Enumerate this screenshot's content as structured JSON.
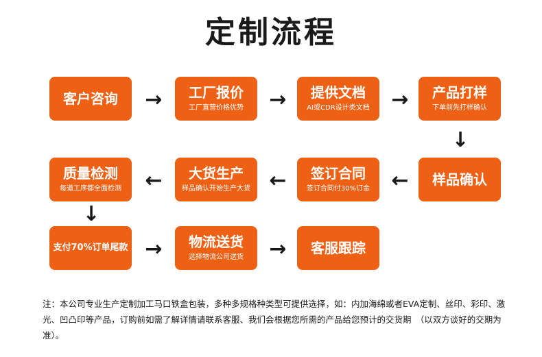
{
  "title": "定制流程",
  "steps": {
    "s1": {
      "main": "客户咨询",
      "sub": ""
    },
    "s2": {
      "main": "工厂报价",
      "sub": "工厂直营价格优势"
    },
    "s3": {
      "main": "提供文档",
      "sub": "AI或CDR设计类文档"
    },
    "s4": {
      "main": "产品打样",
      "sub": "下单前先打样确认"
    },
    "s5": {
      "main": "样品确认",
      "sub": ""
    },
    "s6": {
      "main": "签订合同",
      "sub": "签订合同付30%订金"
    },
    "s7": {
      "main": "大货生产",
      "sub": "样品确认开始生产大货"
    },
    "s8": {
      "main": "质量检测",
      "sub": "每道工序都全面检测"
    },
    "s9": {
      "main": "支付70%订单尾款",
      "sub": ""
    },
    "s10": {
      "main": "物流送货",
      "sub": "选择物流公司送货"
    },
    "s11": {
      "main": "客服跟踪",
      "sub": ""
    }
  },
  "arrows": {
    "right": "→",
    "left": "←",
    "down": "↓"
  },
  "note": "注：本公司专业生产定制加工马口铁盒包装，多种多规格种类型可提供选择，如：内加海绵或者EVA定制、丝印、彩印、激光、凹凸印等产品，订购前如需了解详情请联系客服、我们会根据您所需的产品给您预计的交货期　（以双方谈好的交期为准）。",
  "colors": {
    "accent": "#ee6013",
    "text": "#1a1a1a"
  }
}
